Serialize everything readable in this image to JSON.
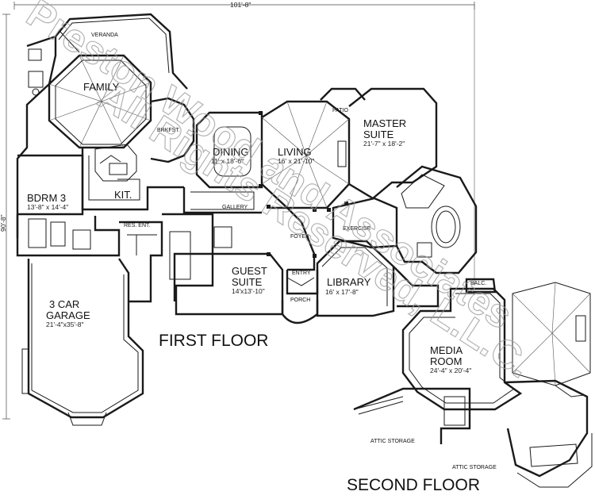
{
  "overall": {
    "width": "101'-8\"",
    "depth": "90'-8\""
  },
  "rooms": {
    "veranda": {
      "name": "VERANDA"
    },
    "family": {
      "name": "FAMILY"
    },
    "brkfst": {
      "name": "BRKFST."
    },
    "dining": {
      "name": "DINING",
      "size": "11' x 18'-6\""
    },
    "living": {
      "name": "LIVING",
      "size": "16' x 21'-10\""
    },
    "patio": {
      "name": "PATIO"
    },
    "master": {
      "name1": "MASTER",
      "name2": "SUITE",
      "size": "21'-7\" x 18'-2\""
    },
    "bdrm3": {
      "name": "BDRM 3",
      "size": "13'-8\" x 14'-4\""
    },
    "kit": {
      "name": "KIT."
    },
    "gallery": {
      "name": "GALLERY"
    },
    "resent": {
      "name": "RES. ENT."
    },
    "foyer": {
      "name": "FOYER"
    },
    "exercise": {
      "name": "EXERCISE"
    },
    "guest": {
      "name1": "GUEST",
      "name2": "SUITE",
      "size": "14'x13'-10\""
    },
    "entry": {
      "name": "ENTRY"
    },
    "porch": {
      "name": "PORCH"
    },
    "library": {
      "name": "LIBRARY",
      "size": "16' x 17'-8\""
    },
    "garage": {
      "name1": "3 CAR",
      "name2": "GARAGE",
      "size": "21'-4\"x35'-8\""
    },
    "balc": {
      "name": "BALC."
    },
    "media": {
      "name1": "MEDIA",
      "name2": "ROOM",
      "size": "24'-4\" x 20'-4\""
    },
    "attic1": {
      "name": "ATTIC STORAGE"
    },
    "attic2": {
      "name": "ATTIC STORAGE"
    }
  },
  "floors": {
    "first": "FIRST FLOOR",
    "second": "SECOND FLOOR"
  },
  "watermark": {
    "line1": "Preston Wood and Associates",
    "line2": "All Rights Reserved, L.L.C."
  }
}
